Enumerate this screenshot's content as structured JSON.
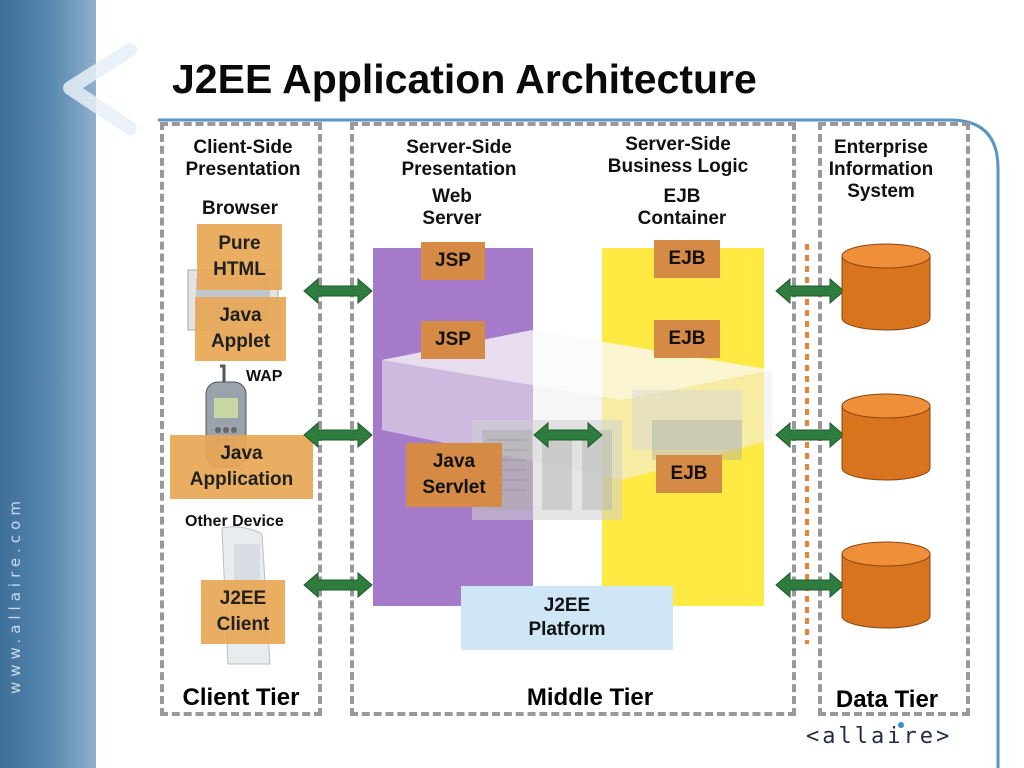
{
  "title": "J2EE Application Architecture",
  "sidebar": {
    "url_text": "www.allaire.com"
  },
  "footer": {
    "logo_text": "<allaire>"
  },
  "client_tier": {
    "heading_line1": "Client-Side",
    "heading_line2": "Presentation",
    "browser_label": "Browser",
    "pure_html_line1": "Pure",
    "pure_html_line2": "HTML",
    "java_applet_line1": "Java",
    "java_applet_line2": "Applet",
    "wap_label": "WAP",
    "java_application_line1": "Java",
    "java_application_line2": "Application",
    "other_device_label": "Other Device",
    "j2ee_client_line1": "J2EE",
    "j2ee_client_line2": "Client",
    "tier_label": "Client Tier"
  },
  "middle_tier": {
    "presentation_heading_line1": "Server-Side",
    "presentation_heading_line2": "Presentation",
    "web_server_line1": "Web",
    "web_server_line2": "Server",
    "jsp_1": "JSP",
    "jsp_2": "JSP",
    "servlet_line1": "Java",
    "servlet_line2": "Servlet",
    "business_heading_line1": "Server-Side",
    "business_heading_line2": "Business Logic",
    "ejb_container_line1": "EJB",
    "ejb_container_line2": "Container",
    "ejb_1": "EJB",
    "ejb_2": "EJB",
    "ejb_3": "EJB",
    "platform_line1": "J2EE",
    "platform_line2": "Platform",
    "tier_label": "Middle Tier"
  },
  "data_tier": {
    "heading_line1": "Enterprise",
    "heading_line2": "Information",
    "heading_line3": "System",
    "tier_label": "Data Tier"
  },
  "colors": {
    "web_server": "#9b6cc4",
    "ejb_container": "#ffe833",
    "arrow": "#2e7d3e",
    "database": "#d9741e",
    "platform": "#cfe6f7"
  }
}
